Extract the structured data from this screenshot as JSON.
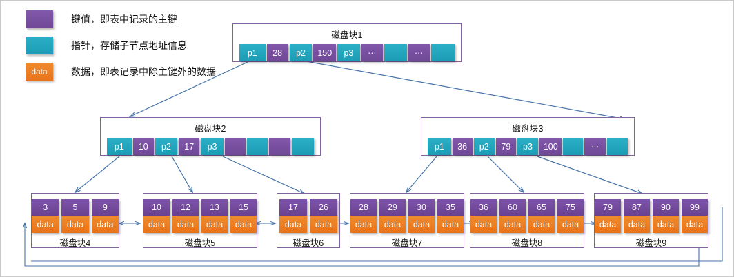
{
  "legend": [
    {
      "swatch": "key-swatch",
      "swatch_label": "",
      "text": "键值，即表中记录的主键"
    },
    {
      "swatch": "pointer-swatch",
      "swatch_label": "",
      "text": "指针，存储子节点地址信息"
    },
    {
      "swatch": "data-swatch",
      "swatch_label": "data",
      "text": "数据，即表记录中除主键外的数据"
    }
  ],
  "colors": {
    "key_purple": "#7A4E9E",
    "pointer_cyan": "#20A8C4",
    "data_orange": "#ED7D22",
    "border_purple": "#8064A2",
    "arrow_blue": "#4472A8",
    "page_border": "#C9C9C9"
  },
  "internal_nodes": [
    {
      "id": "disk-block-1",
      "title": "磁盘块1",
      "cells": [
        {
          "type": "pointer",
          "label": "p1",
          "w": 46
        },
        {
          "type": "key",
          "label": "28",
          "w": 38
        },
        {
          "type": "pointer",
          "label": "p2",
          "w": 40
        },
        {
          "type": "key",
          "label": "150",
          "w": 40
        },
        {
          "type": "pointer",
          "label": "p3",
          "w": 40
        },
        {
          "type": "key",
          "label": "···",
          "w": 38
        },
        {
          "type": "pointer",
          "label": "",
          "w": 40
        },
        {
          "type": "key",
          "label": "···",
          "w": 38
        },
        {
          "type": "pointer",
          "label": "",
          "w": 42
        }
      ]
    },
    {
      "id": "disk-block-2",
      "title": "磁盘块2",
      "cells": [
        {
          "type": "pointer",
          "label": "p1",
          "w": 42
        },
        {
          "type": "key",
          "label": "10",
          "w": 36
        },
        {
          "type": "pointer",
          "label": "p2",
          "w": 38
        },
        {
          "type": "key",
          "label": "17",
          "w": 36
        },
        {
          "type": "pointer",
          "label": "p3",
          "w": 38
        },
        {
          "type": "key",
          "label": "",
          "w": 36
        },
        {
          "type": "pointer",
          "label": "",
          "w": 36
        },
        {
          "type": "key",
          "label": "",
          "w": 36
        },
        {
          "type": "pointer",
          "label": "",
          "w": 38
        }
      ]
    },
    {
      "id": "disk-block-3",
      "title": "磁盘块3",
      "cells": [
        {
          "type": "pointer",
          "label": "p1",
          "w": 42
        },
        {
          "type": "key",
          "label": "36",
          "w": 36
        },
        {
          "type": "pointer",
          "label": "p2",
          "w": 38
        },
        {
          "type": "key",
          "label": "79",
          "w": 36
        },
        {
          "type": "pointer",
          "label": "p3",
          "w": 38
        },
        {
          "type": "key",
          "label": "100",
          "w": 40
        },
        {
          "type": "pointer",
          "label": "",
          "w": 36
        },
        {
          "type": "key",
          "label": "···",
          "w": 38
        },
        {
          "type": "pointer",
          "label": "",
          "w": 38
        }
      ]
    }
  ],
  "leaf_nodes": [
    {
      "id": "disk-block-4",
      "title": "磁盘块4",
      "keys": [
        "3",
        "5",
        "9"
      ],
      "data_label": "data"
    },
    {
      "id": "disk-block-5",
      "title": "磁盘块5",
      "keys": [
        "10",
        "12",
        "13",
        "15"
      ],
      "data_label": "data"
    },
    {
      "id": "disk-block-6",
      "title": "磁盘块6",
      "keys": [
        "17",
        "26"
      ],
      "data_label": "data"
    },
    {
      "id": "disk-block-7",
      "title": "磁盘块7",
      "keys": [
        "28",
        "29",
        "30",
        "35"
      ],
      "data_label": "data"
    },
    {
      "id": "disk-block-8",
      "title": "磁盘块8",
      "keys": [
        "36",
        "60",
        "65",
        "75"
      ],
      "data_label": "data"
    },
    {
      "id": "disk-block-9",
      "title": "磁盘块9",
      "keys": [
        "79",
        "87",
        "90",
        "99"
      ],
      "data_label": "data"
    }
  ]
}
